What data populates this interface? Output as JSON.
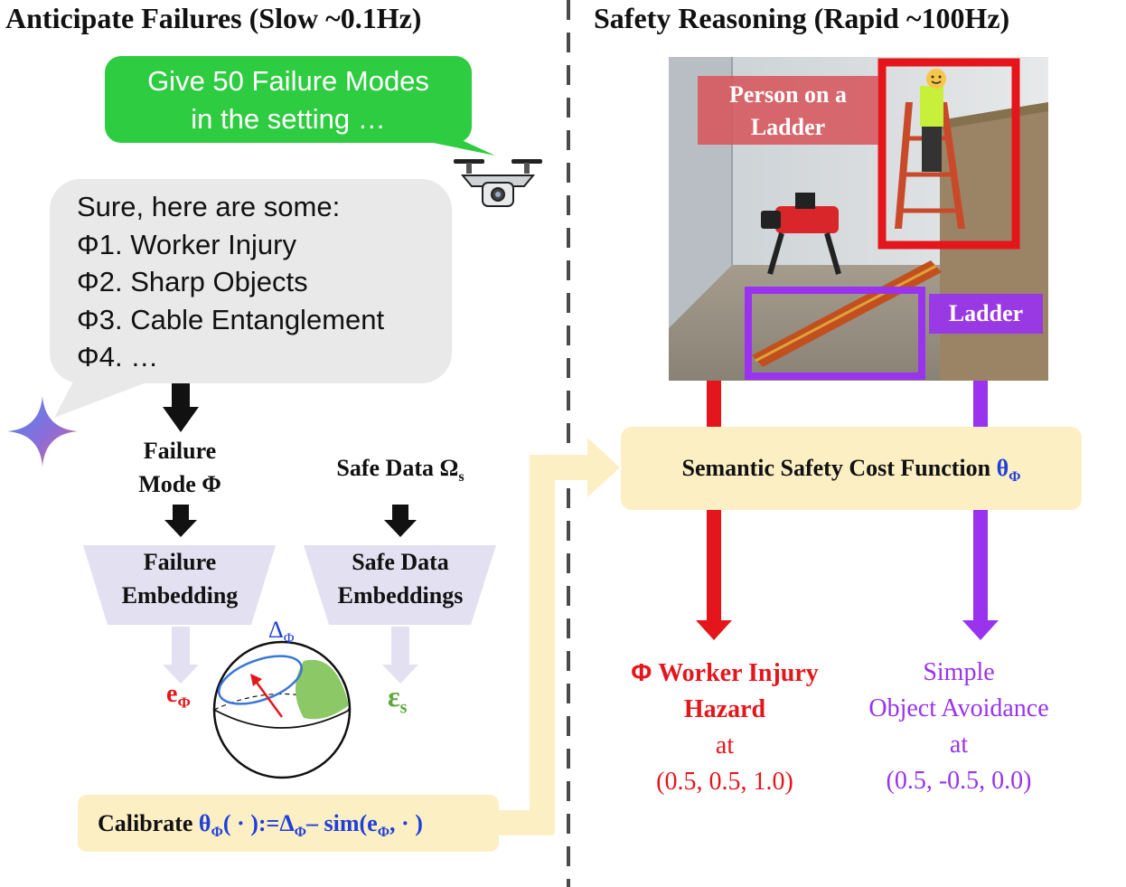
{
  "titles": {
    "left": "Anticipate Failures (Slow ~0.1Hz)",
    "right": "Safety Reasoning (Rapid ~100Hz)"
  },
  "prompt_bubble": {
    "line1": "Give 50 Failure Modes",
    "line2": "in the setting …"
  },
  "response_bubble": {
    "lines": [
      "Sure, here are some:",
      "Φ1. Worker Injury",
      "Φ2. Sharp Objects",
      "Φ3. Cable Entanglement",
      "Φ4. …"
    ]
  },
  "failure_mode": {
    "line1": "Failure",
    "line2": "Mode Φ"
  },
  "safe_data": {
    "text": "Safe Data Ω",
    "sub": "s"
  },
  "failure_embedding": {
    "line1": "Failure",
    "line2": "Embedding"
  },
  "safe_embeddings": {
    "line1": "Safe Data",
    "line2": "Embeddings"
  },
  "symbols": {
    "e_phi": "e",
    "e_phi_sub": "Φ",
    "eps_s": "ε",
    "eps_s_sub": "s",
    "delta_phi": "Δ",
    "delta_phi_sub": "Φ"
  },
  "calibrate": {
    "prefix": "Calibrate ",
    "theta": "θ",
    "theta_sub": "Φ",
    "mid": "( · ):=Δ",
    "delta_sub": "Φ",
    "sim": "– sim(e",
    "e_sub": "Φ",
    "end": ", · )"
  },
  "cost_function": {
    "text": "Semantic Safety Cost Function ",
    "theta": "θ",
    "theta_sub": "Φ"
  },
  "detections": {
    "person": {
      "line1": "Person on a",
      "line2": "Ladder"
    },
    "ladder": {
      "label": "Ladder"
    }
  },
  "outputs": {
    "hazard": {
      "phi": "Φ",
      "line1": " Worker Injury",
      "line2": "Hazard",
      "at": "at",
      "coords": "(0.5, 0.5, 1.0)"
    },
    "avoid": {
      "line1": "Simple",
      "line2": "Object Avoidance",
      "at": "at",
      "coords": "(0.5, -0.5, 0.0)"
    }
  },
  "colors": {
    "bubble_green": "#2ecc40",
    "bubble_gray": "#e9e9e9",
    "box_cream": "#fdefc4",
    "trap_lavender": "#e3e0f1",
    "hazard_red": "#e5161b",
    "avoid_purple": "#9933ee",
    "math_blue": "#1f3fdb",
    "safe_green": "#5aa83a"
  }
}
